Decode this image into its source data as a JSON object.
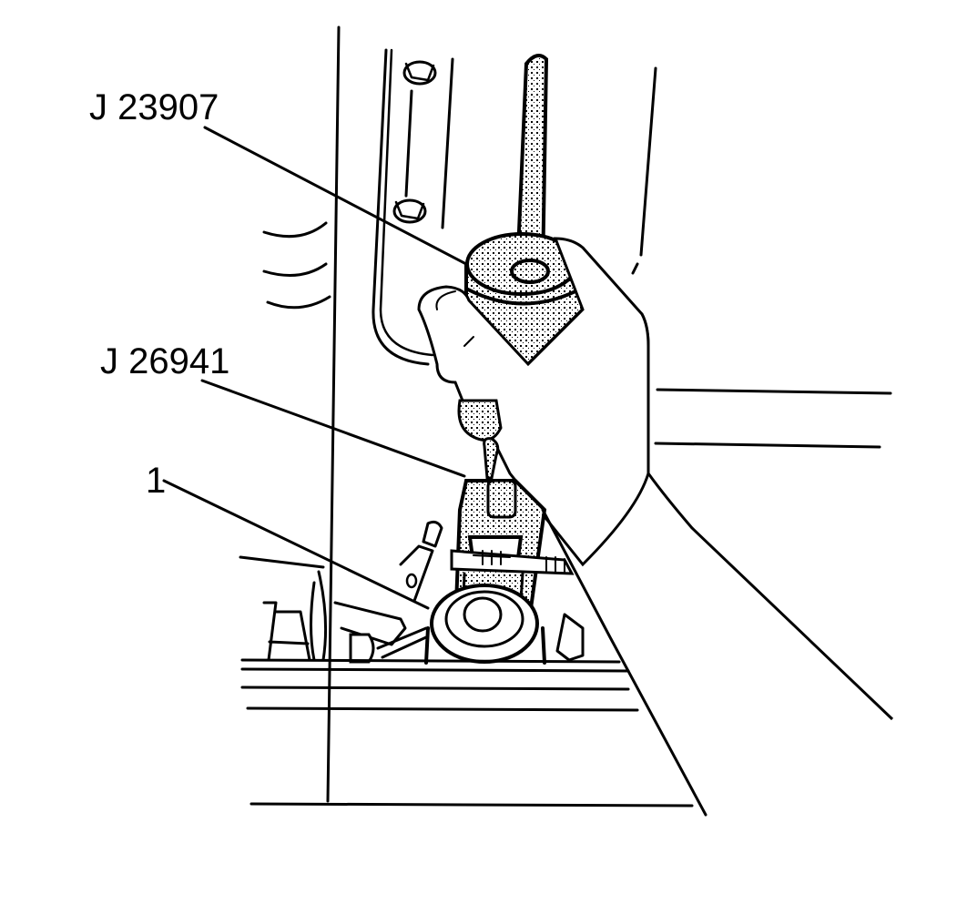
{
  "figure": {
    "type": "service-manual line illustration",
    "description": "Hand using slide hammer tool to remove a component with puller adapter",
    "colors": {
      "line": "#000000",
      "background": "#ffffff",
      "stipple_fill": "#000000"
    }
  },
  "callouts": [
    {
      "id": "j23907",
      "label": "J 23907",
      "points_to": "slide-hammer-weight"
    },
    {
      "id": "j26941",
      "label": "J 26941",
      "points_to": "puller-adapter"
    },
    {
      "id": "1",
      "label": "1",
      "points_to": "seal-bore-component"
    }
  ]
}
